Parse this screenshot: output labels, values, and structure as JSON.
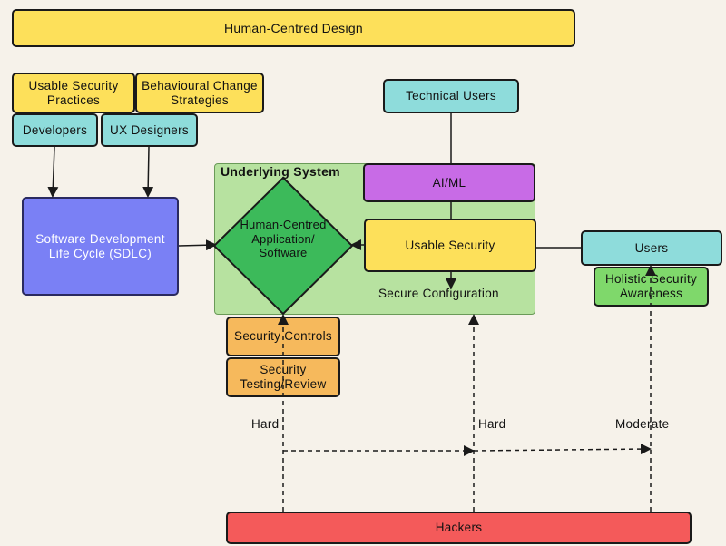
{
  "banner": {
    "label": "Human-Centred Design"
  },
  "top_left": {
    "usable_security_practices": "Usable Security Practices",
    "behavioural_change_strategies": "Behavioural Change Strategies",
    "developers": "Developers",
    "ux_designers": "UX Designers"
  },
  "sdlc": {
    "label": "Software Development Life Cycle (SDLC)"
  },
  "system": {
    "title": "Underlying System",
    "application": "Human-Centred Application/ Software",
    "ai_ml": "AI/ML",
    "usable_security": "Usable Security",
    "secure_configuration": "Secure Configuration"
  },
  "technical_users": {
    "label": "Technical Users"
  },
  "users": {
    "label": "Users"
  },
  "holistic": {
    "label": "Holistic Security Awareness"
  },
  "controls": {
    "security_controls": "Security Controls",
    "security_testing": "Security Testing/Review"
  },
  "difficulty": {
    "left": "Hard",
    "middle": "Hard",
    "right": "Moderate"
  },
  "hackers": {
    "label": "Hackers"
  },
  "colors": {
    "yellow": "#fde05a",
    "cyan": "#8edcdb",
    "blue": "#7a80f5",
    "purple": "#c86be6",
    "green": "#7fd86b",
    "diamond": "#3cba5a",
    "orange": "#f6b95c",
    "red": "#f45a5a",
    "system_bg": "#b7e2a0"
  }
}
